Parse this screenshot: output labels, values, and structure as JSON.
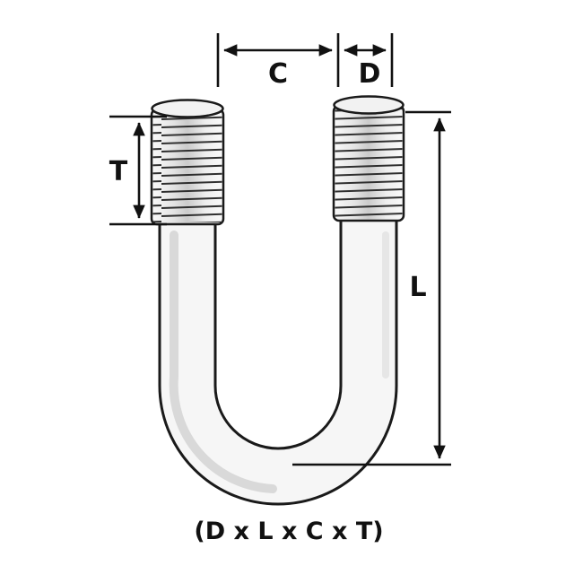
{
  "diagram": {
    "labels": {
      "c": "C",
      "d": "D",
      "t": "T",
      "l": "L"
    },
    "caption": "(D x L x C x T)",
    "colors": {
      "dimension_line": "#111111",
      "bolt_outline": "#1a1a1a",
      "bolt_fill": "#f6f6f6",
      "background": "#ffffff"
    }
  }
}
